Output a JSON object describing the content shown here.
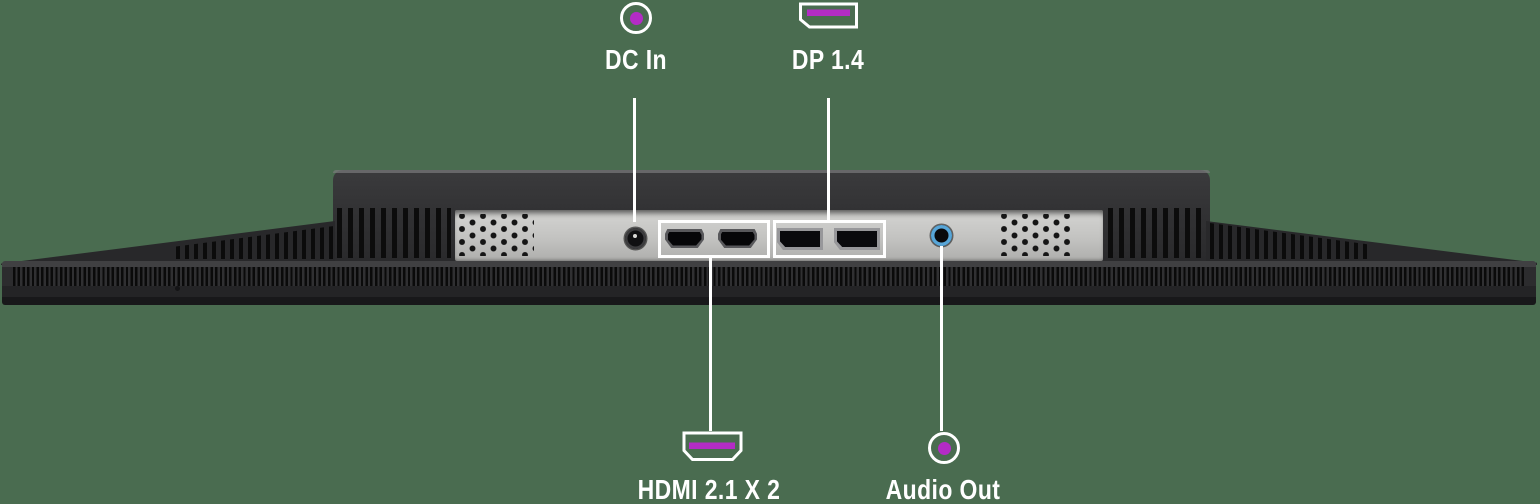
{
  "callouts": {
    "dc_in": {
      "label": "DC In",
      "icon": "dc-in-icon"
    },
    "dp": {
      "label": "DP 1.4",
      "icon": "displayport-icon"
    },
    "hdmi": {
      "label": "HDMI 2.1 X 2",
      "icon": "hdmi-icon"
    },
    "audio_out": {
      "label": "Audio Out",
      "icon": "audio-out-icon"
    }
  },
  "ports": [
    "dc-power-jack",
    "hdmi-port-1",
    "hdmi-port-2",
    "displayport-1",
    "displayport-2",
    "audio-jack"
  ],
  "colors": {
    "background": "#4a6c50",
    "accent_magenta": "#b32cc5",
    "audio_ring_blue": "#58a6d8",
    "callout_white": "#ffffff"
  }
}
